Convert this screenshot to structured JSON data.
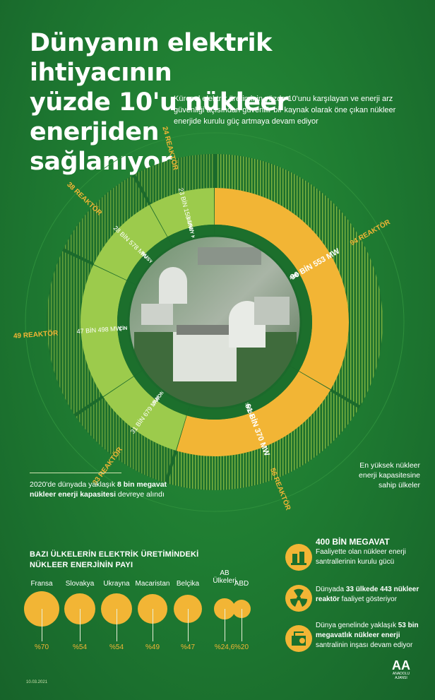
{
  "title_lines": [
    "Dünyanın elektrik ihtiyacının",
    "yüzde 10'u nükleer enerjiden",
    "sağlanıyor"
  ],
  "subtitle": "Küresel elektrik üretiminin yüzde 10'unu karşılayan ve enerji arz güvenliği açısından güvenilir bir kaynak olarak öne çıkan nükleer enerjide kurulu güç artmaya devam ediyor",
  "wheel": {
    "countries": [
      {
        "name": "ABD",
        "capacity": "96 BİN 553 MW",
        "reactors": "94 REAKTÖR",
        "capacity_mw": 96553
      },
      {
        "name": "FRANSA",
        "capacity": "61 BİN 370 MW",
        "reactors": "56 REAKTÖR",
        "capacity_mw": 61370
      },
      {
        "name": "JAPONYA",
        "capacity": "31 BİN 679 MW",
        "reactors": "33 REAKTÖR",
        "capacity_mw": 31679
      },
      {
        "name": "ÇİN",
        "capacity": "47 BİN 498 MW",
        "reactors": "49 REAKTÖR",
        "capacity_mw": 47498
      },
      {
        "name": "RUSYA",
        "capacity": "28 BİN 578 MW",
        "reactors": "38 REAKTÖR",
        "capacity_mw": 28578
      },
      {
        "name": "GÜNEY KORE",
        "capacity": "23 BİN 150 MW",
        "reactors": "24 REAKTÖR",
        "capacity_mw": 23150
      }
    ],
    "colors": {
      "gold": "#f2b535",
      "light": "#9ccb4c",
      "dark": "#1c6f2c"
    }
  },
  "side_note": {
    "pre": "2020'de dünyada yaklaşık ",
    "bold": "8 bin megavat nükleer enerji kapasitesi",
    "post": " devreye alındı"
  },
  "legend_text": "En yüksek nükleer enerji kapasitesine sahip ülkeler",
  "share": {
    "title_lines": [
      "BAZI ÜLKELERİN ELEKTRİK ÜRETİMİNDEKİ",
      "NÜKLEER ENERJİNİN PAYI"
    ],
    "items": [
      {
        "country": "Fransa",
        "pct": "%70",
        "value": 70
      },
      {
        "country": "Slovakya",
        "pct": "%54",
        "value": 54
      },
      {
        "country": "Ukrayna",
        "pct": "%54",
        "value": 54
      },
      {
        "country": "Macaristan",
        "pct": "%49",
        "value": 49
      },
      {
        "country": "Belçika",
        "pct": "%47",
        "value": 47
      },
      {
        "country": "AB\nÜlkeleri",
        "pct": "%24,6",
        "value": 24.6
      },
      {
        "country": "ABD",
        "pct": "%20",
        "value": 20
      }
    ]
  },
  "facts": {
    "head": "400 BİN MEGAVAT",
    "f1": "Faaliyette olan nükleer enerji santrallerinin kurulu gücü",
    "f2_pre": "Dünyada ",
    "f2_b1": "33 ülkede 443 nükleer reaktör",
    "f2_post": " faaliyet gösteriyor",
    "f3_pre": "Dünya genelinde yaklaşık ",
    "f3_b1": "53 bin megavatlık nükleer enerji",
    "f3_post": " santralinin inşası devam ediyor",
    "icons": [
      "power-plant-icon",
      "radiation-icon",
      "construction-icon"
    ]
  },
  "footer": {
    "date": "10.03.2021",
    "logo_text": "ANADOLU AJANSI",
    "logo_mark": "AA"
  }
}
